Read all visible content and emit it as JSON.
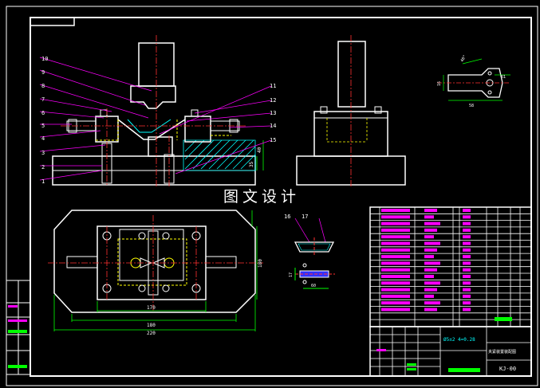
{
  "watermark": "图文设计",
  "balloons": [
    "1",
    "2",
    "3",
    "4",
    "5",
    "6",
    "7",
    "8",
    "9",
    "10",
    "11",
    "12",
    "13",
    "14",
    "15",
    "16",
    "17"
  ],
  "dimensions": {
    "d35": "35",
    "d40": "40",
    "d170": "170",
    "d180": "180",
    "d220": "220",
    "d180v": "180",
    "d17": "17",
    "d60": "60",
    "d58": "58",
    "d16": "16",
    "d40angle": "40°",
    "dR": "R1"
  },
  "title_block": {
    "tolerance": "Ø5±2  4=0.28",
    "drawing_no": "KJ-00",
    "drawing_title": "夹紧装置装配图"
  },
  "colors": {
    "line": "#ffffff",
    "leader": "#ff00ff",
    "center": "#ff3030",
    "hidden": "#ffff00",
    "dimension": "#00ff00",
    "hatch": "#00ffff",
    "part": "#00ffff",
    "bar": "#ff00ff",
    "blue": "#3030ff"
  }
}
